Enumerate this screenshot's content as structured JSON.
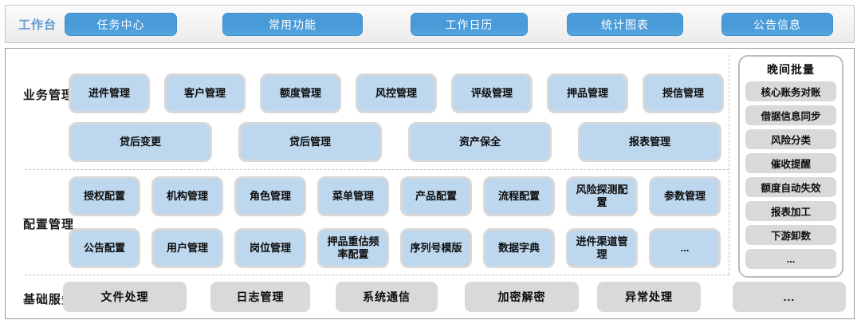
{
  "colors": {
    "top_button_blue": "#4f9fdb",
    "workbench_label_blue": "#5b9bd5",
    "module_box_blue": "#bdd7ee",
    "module_box_border_gray": "#d8d8d8",
    "service_box_gray": "#d9d9d9",
    "panel_border_gray": "#9a9a9a"
  },
  "topbar": {
    "label": "工作台",
    "buttons": [
      "任务中心",
      "常用功能",
      "工作日历",
      "统计图表",
      "公告信息"
    ]
  },
  "sections": {
    "business": {
      "label": "业务管理",
      "row1": [
        "进件管理",
        "客户管理",
        "额度管理",
        "风控管理",
        "评级管理",
        "押品管理",
        "授信管理"
      ],
      "row2": [
        "贷后变更",
        "贷后管理",
        "资产保全",
        "报表管理"
      ]
    },
    "config": {
      "label": "配置管理",
      "row1": [
        "授权配置",
        "机构管理",
        "角色管理",
        "菜单管理",
        "产品配置",
        "流程配置",
        "风险探测配置",
        "参数管理"
      ],
      "row2": [
        "公告配置",
        "用户管理",
        "岗位管理",
        "押品重估频率配置",
        "序列号模版",
        "数据字典",
        "进件渠道管理",
        "..."
      ]
    },
    "base": {
      "label": "基础服务",
      "items": [
        "文件处理",
        "日志管理",
        "系统通信",
        "加密解密",
        "异常处理",
        "..."
      ]
    }
  },
  "night_batch": {
    "title": "晚间批量",
    "items": [
      "核心账务对账",
      "借据信息同步",
      "风险分类",
      "催收提醒",
      "额度自动失效",
      "报表加工",
      "下游卸数",
      "..."
    ]
  }
}
